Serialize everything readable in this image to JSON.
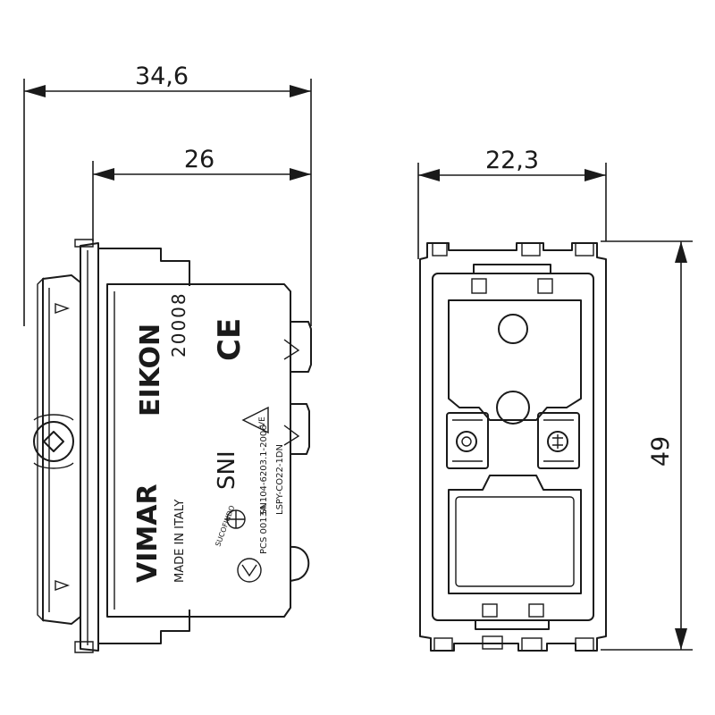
{
  "dimensions": {
    "overall_depth": "34,6",
    "body_depth": "26",
    "front_width": "22,3",
    "height": "49"
  },
  "side_label": {
    "brand": "VIMAR",
    "series": "EIKON",
    "code": "20008",
    "origin": "MADE IN ITALY",
    "standard": "SN104-6203.1-2006",
    "cert": "LSPY-CO22-1DN",
    "pcs": "PCS 0013A",
    "mark_sni": "SNI",
    "mark_ce": "CE",
    "mark_ve": "VE",
    "mark_sucofindo": "SUCOFINDO"
  }
}
